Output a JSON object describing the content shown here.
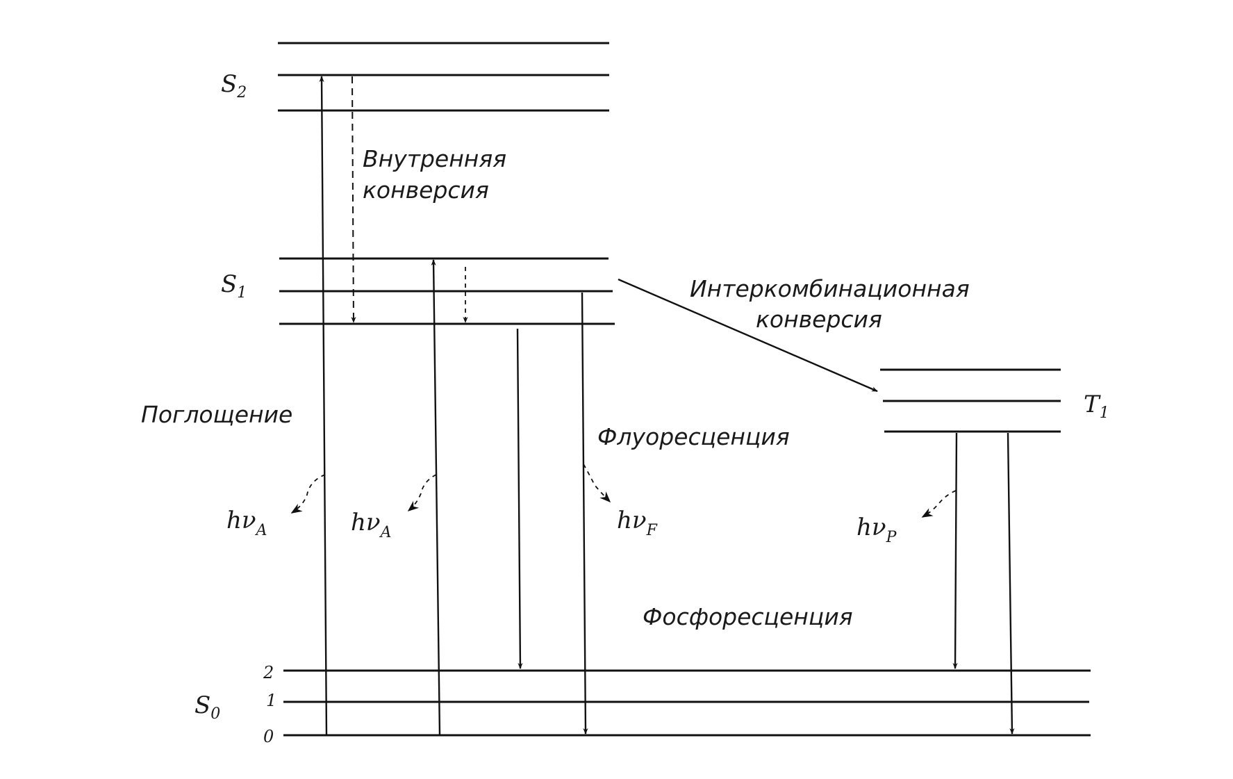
{
  "levels": {
    "s2": {
      "symbol": "S",
      "subscript": "2"
    },
    "s1": {
      "symbol": "S",
      "subscript": "1"
    },
    "t1": {
      "symbol": "T",
      "subscript": "1"
    },
    "s0": {
      "symbol": "S",
      "subscript": "0"
    },
    "s0_vibrational": [
      "2",
      "1",
      "0"
    ]
  },
  "annotations": {
    "internal_conversion": [
      "Внутренняя",
      "конверсия"
    ],
    "intersystem_crossing": [
      "Интеркомбинационная",
      "конверсия"
    ],
    "absorption": "Поглощение",
    "fluorescence": "Флуоресценция",
    "phosphorescence": "Фосфоресценция"
  },
  "photons": {
    "absorption_1": {
      "base": "hν",
      "subscript": "A"
    },
    "absorption_2": {
      "base": "hν",
      "subscript": "A"
    },
    "fluorescence": {
      "base": "hν",
      "subscript": "F"
    },
    "phosphorescence": {
      "base": "hν",
      "subscript": "P"
    }
  }
}
